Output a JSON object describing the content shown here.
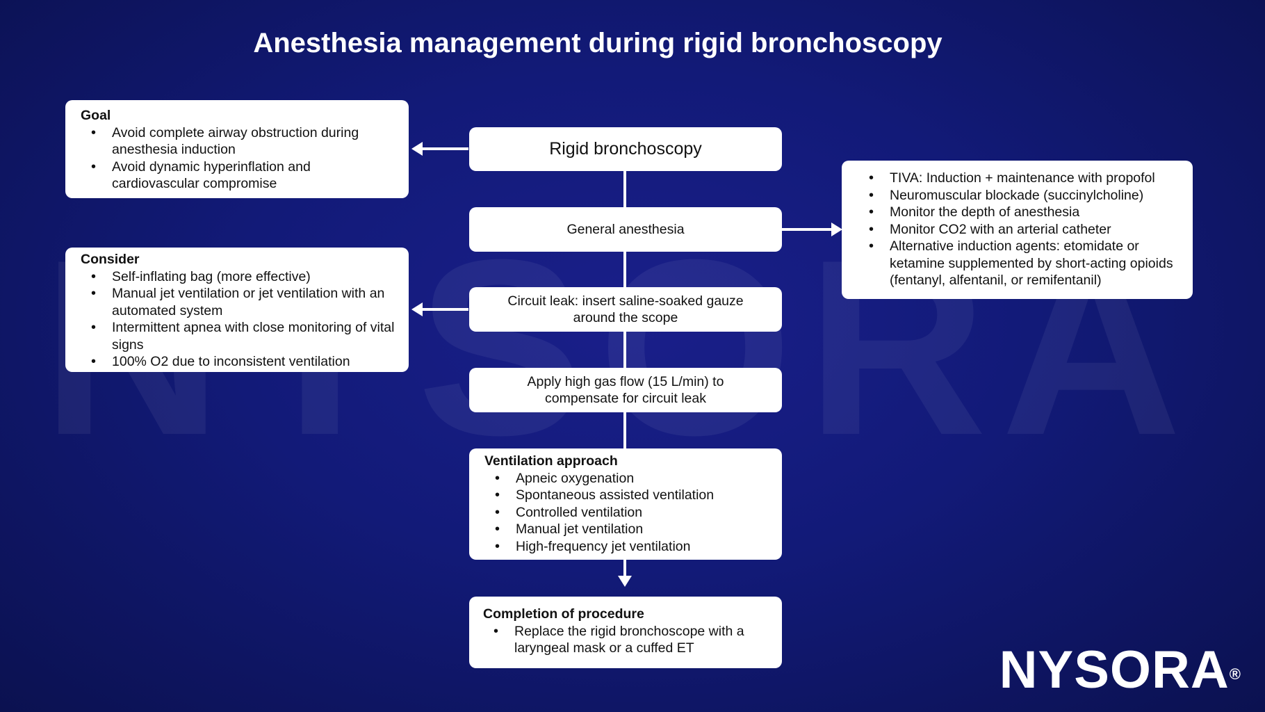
{
  "title": "Anesthesia management during rigid bronchoscopy",
  "watermark": "NYSORA",
  "logo": "NYSORA",
  "logo_mark": "®",
  "flow": {
    "rigid": "Rigid bronchoscopy",
    "general": "General anesthesia",
    "leak": "Circuit leak: insert saline-soaked gauze around the scope",
    "gasflow": "Apply high gas flow (15 L/min) to compensate for circuit leak",
    "ventilation": {
      "heading": "Ventilation approach",
      "items": [
        "Apneic oxygenation",
        "Spontaneous assisted ventilation",
        "Controlled ventilation",
        "Manual jet ventilation",
        "High-frequency jet ventilation"
      ]
    },
    "completion": {
      "heading": "Completion of procedure",
      "items": [
        "Replace the rigid bronchoscope with a laryngeal mask or a cuffed ET"
      ]
    }
  },
  "goal": {
    "heading": "Goal",
    "items": [
      "Avoid complete airway obstruction during anesthesia induction",
      "Avoid dynamic hyperinflation and cardiovascular compromise"
    ]
  },
  "consider": {
    "heading": "Consider",
    "items": [
      "Self-inflating bag (more effective)",
      "Manual jet ventilation or jet ventilation with an automated system",
      "Intermittent apnea with close monitoring of vital signs",
      "100% O2 due to inconsistent ventilation"
    ]
  },
  "anesthesia_details": {
    "items": [
      "TIVA: Induction + maintenance with propofol",
      "Neuromuscular blockade (succinylcholine)",
      "Monitor the depth of anesthesia",
      "Monitor CO2 with an arterial catheter",
      "Alternative induction agents: etomidate or ketamine supplemented by short-acting opioids (fentanyl, alfentanil, or remifentanil)"
    ]
  }
}
